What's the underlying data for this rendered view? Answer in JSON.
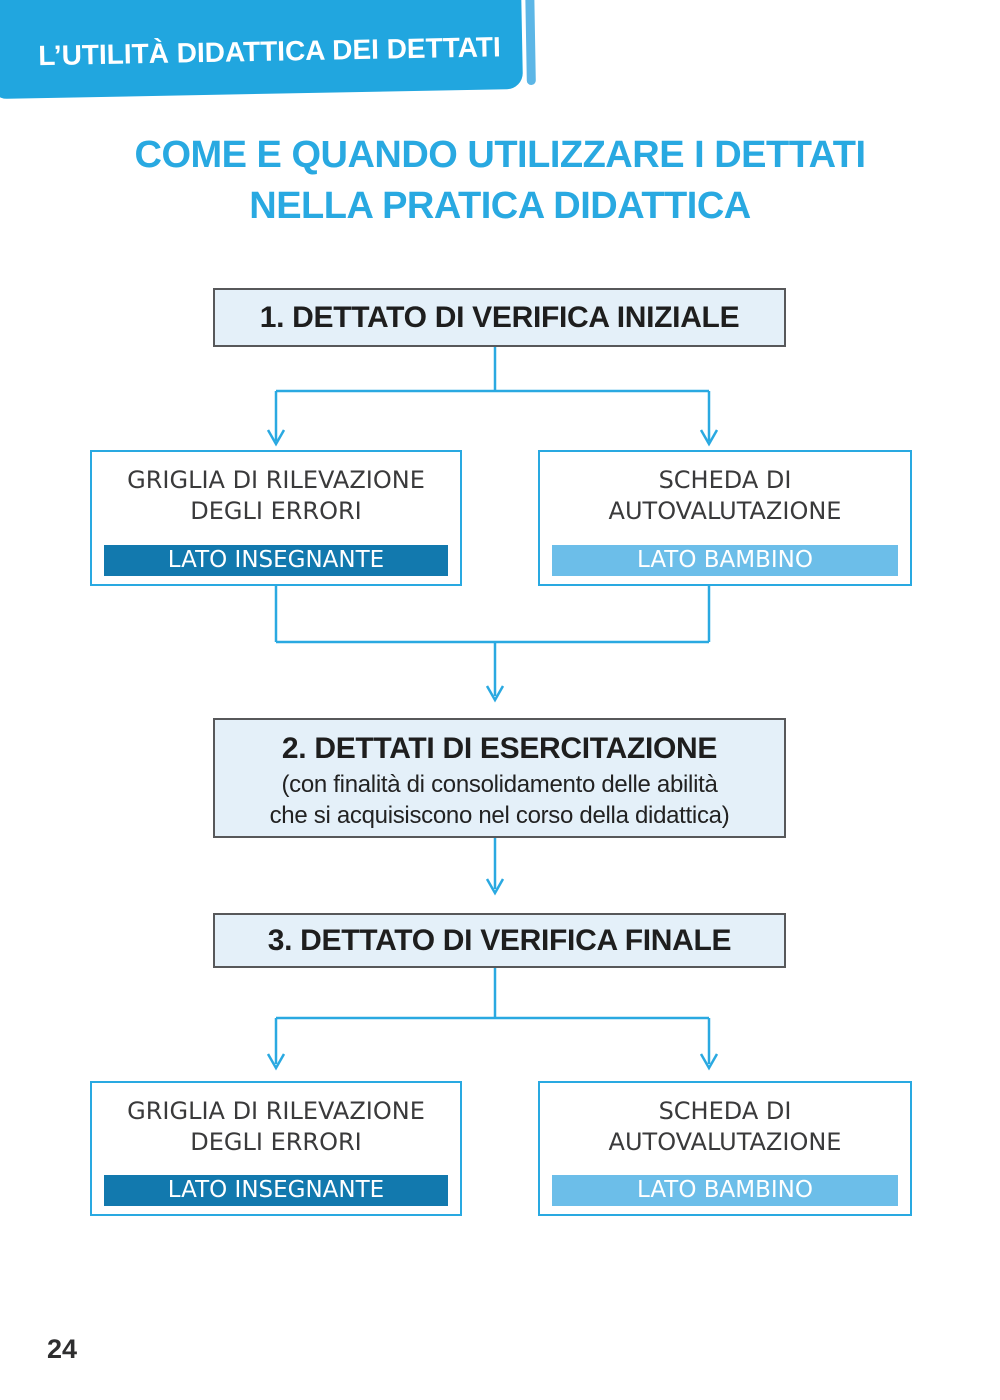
{
  "banner": {
    "title": "L’UTILITÀ DIDATTICA DEI DETTATI"
  },
  "title": {
    "line1": "COME E QUANDO UTILIZZARE I DETTATI",
    "line2": "NELLA PRATICA DIDATTICA"
  },
  "flow": {
    "step1": {
      "label": "1. DETTATO DI VERIFICA INIZIALE"
    },
    "step2": {
      "title": "2. DETTATI DI ESERCITAZIONE",
      "subtitle_line1": "(con finalità di consolidamento delle abilità",
      "subtitle_line2": "che si acquisiscono nel corso della didattica)"
    },
    "step3": {
      "label": "3. DETTATO DI VERIFICA FINALE"
    },
    "teacher_card": {
      "title_line1": "GRIGLIA DI RILEVAZIONE",
      "title_line2": "DEGLI ERRORI",
      "tag": "LATO INSEGNANTE"
    },
    "child_card": {
      "title_line1": "SCHEDA DI",
      "title_line2": "AUTOVALUTAZIONE",
      "tag": "LATO BAMBINO"
    }
  },
  "footer": {
    "page_number": "24"
  },
  "colors": {
    "accent_blue": "#29A9E1",
    "banner_blue": "#21A6DF",
    "dark_bar_blue": "#1279AE",
    "light_bar_blue": "#6CBEE9",
    "step_box_fill": "#E4F0F9",
    "step_box_border": "#57585A"
  }
}
